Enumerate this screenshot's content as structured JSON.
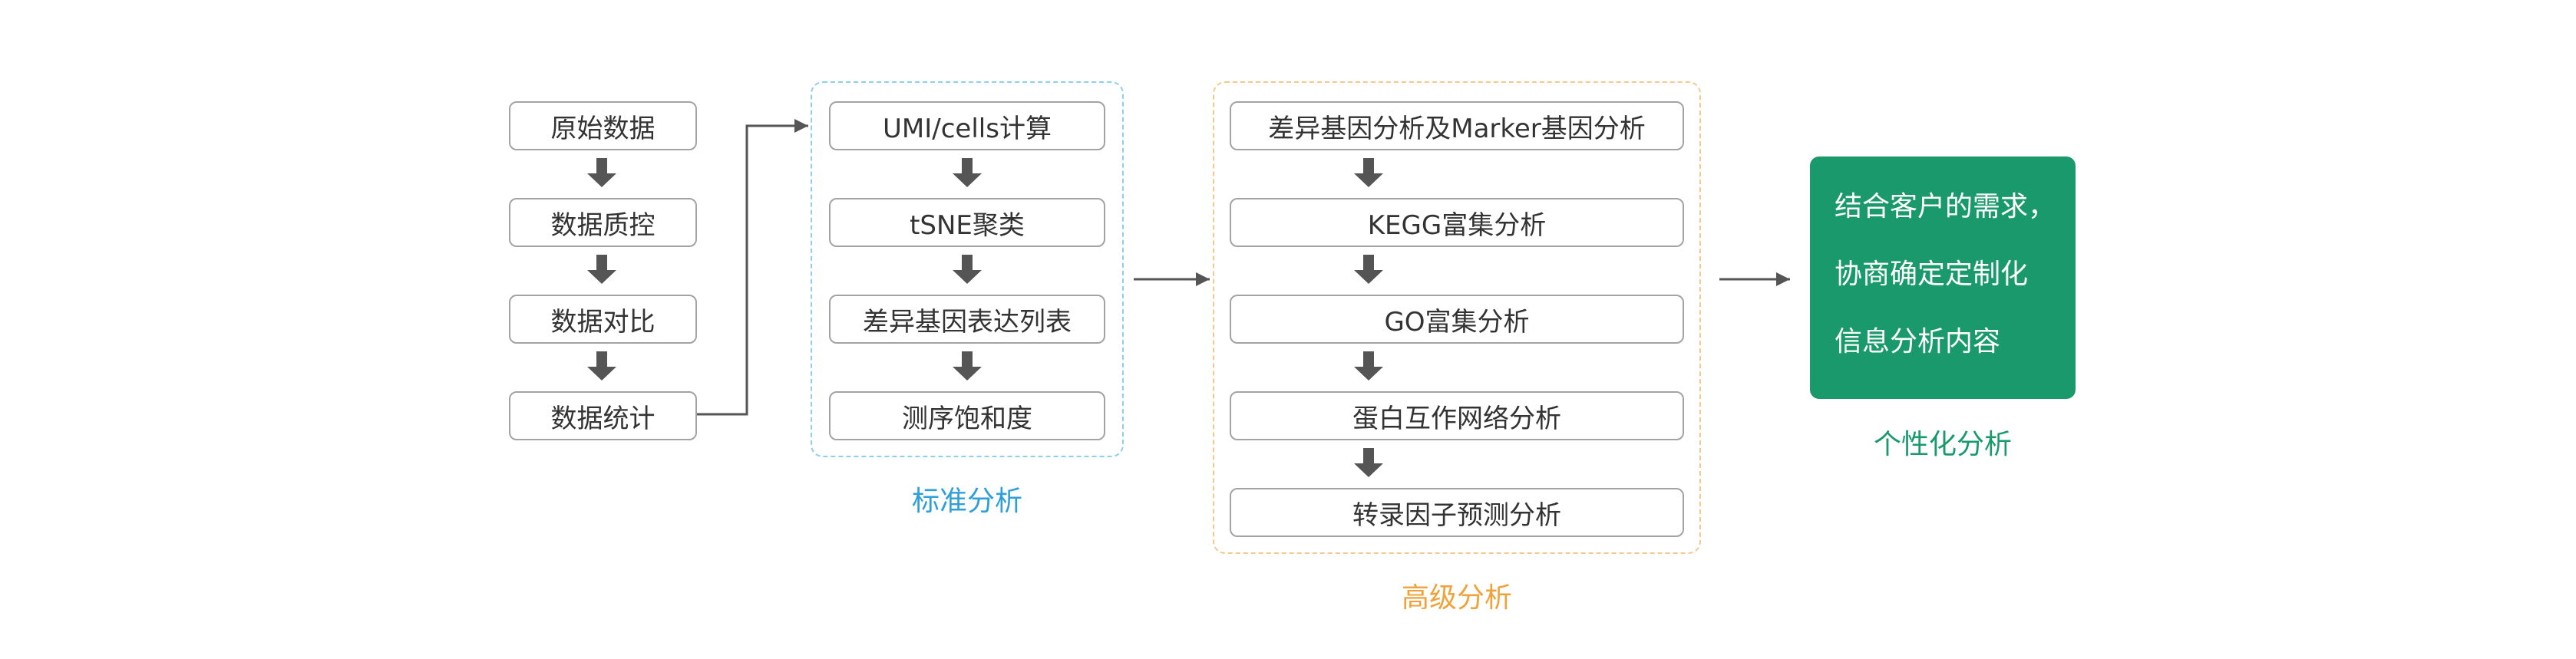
{
  "raw_column": {
    "items": [
      "原始数据",
      "数据质控",
      "数据对比",
      "数据统计"
    ]
  },
  "standard": {
    "label": "标准分析",
    "items": [
      "UMI/cells计算",
      "tSNE聚类",
      "差异基因表达列表",
      "测序饱和度"
    ]
  },
  "advanced": {
    "label": "高级分析",
    "items": [
      "差异基因分析及Marker基因分析",
      "KEGG富集分析",
      "GO富集分析",
      "蛋白互作网络分析",
      "转录因子预测分析"
    ]
  },
  "personalized": {
    "label": "个性化分析",
    "lines": [
      "结合客户的需求，",
      "协商确定定制化",
      "信息分析内容"
    ]
  },
  "colors": {
    "standard_accent": "#2e9fd8",
    "advanced_accent": "#f0a23a",
    "personalized_accent": "#1a9a6c",
    "node_border": "#a3a3a3",
    "arrow": "#555555"
  }
}
